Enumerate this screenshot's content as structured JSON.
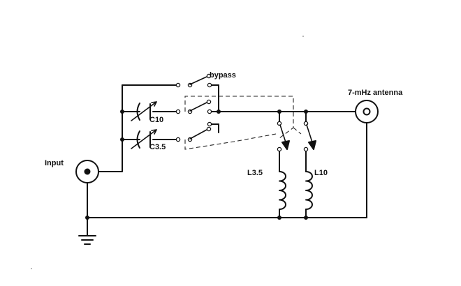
{
  "labels": {
    "bypass": "bypass",
    "antenna": "7-mHz antenna",
    "input": "Input",
    "c10": "C10",
    "c35": "C3.5",
    "l35": "L3.5",
    "l10": "L10"
  },
  "colors": {
    "ink": "#111111",
    "background": "#ffffff"
  }
}
